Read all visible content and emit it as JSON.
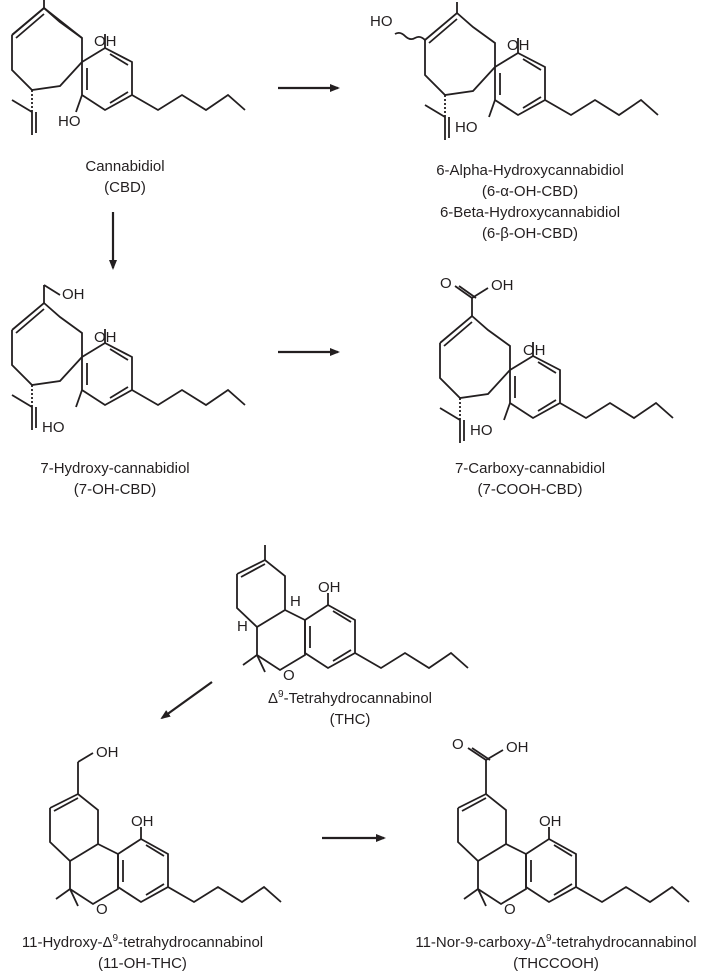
{
  "atoms": {
    "hydroxyl": "OH",
    "oxygen": "O",
    "hydrogen": "H",
    "ho": "HO"
  },
  "compounds": {
    "cbd": {
      "name": "Cannabidiol",
      "abbr": "(CBD)"
    },
    "oh6": {
      "name_alpha": "6-Alpha-Hydroxycannabidiol",
      "abbr_alpha": "(6-α-OH-CBD)",
      "name_beta": "6-Beta-Hydroxycannabidiol",
      "abbr_beta": "(6-β-OH-CBD)"
    },
    "oh7": {
      "name": "7-Hydroxy-cannabidiol",
      "abbr": "(7-OH-CBD)"
    },
    "cooh7": {
      "name": "7-Carboxy-cannabidiol",
      "abbr": "(7-COOH-CBD)"
    },
    "thc": {
      "name_pre": "Δ",
      "name_sup": "9",
      "name_post": "-Tetrahydrocannabinol",
      "abbr": "(THC)"
    },
    "ohthc": {
      "name_pre": "11-Hydroxy-Δ",
      "name_sup": "9",
      "name_post": "-tetrahydrocannabinol",
      "abbr": "(11-OH-THC)"
    },
    "thccooh": {
      "name_pre": "11-Nor-9-carboxy-Δ",
      "name_sup": "9",
      "name_post": "-tetrahydrocannabinol",
      "abbr": "(THCCOOH)"
    }
  }
}
